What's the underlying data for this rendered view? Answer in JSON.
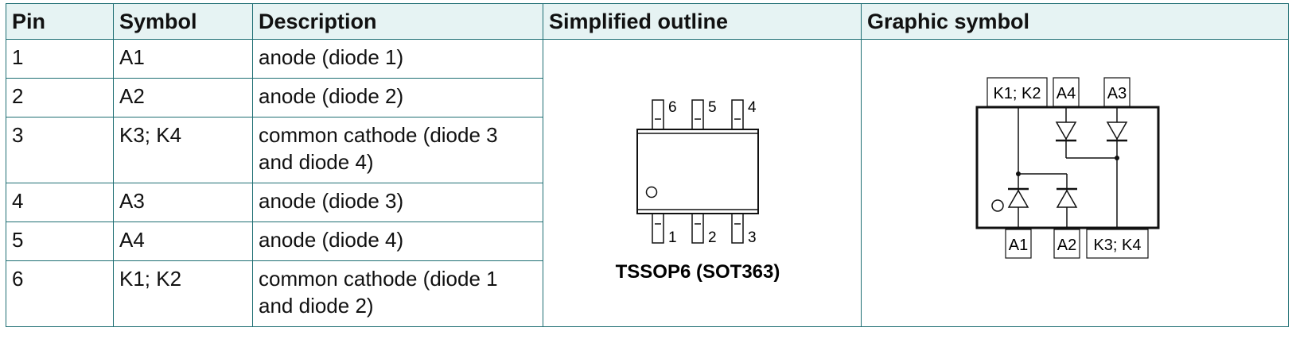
{
  "headers": {
    "pin": "Pin",
    "symbol": "Symbol",
    "description": "Description",
    "outline": "Simplified outline",
    "graphic": "Graphic symbol"
  },
  "rows": [
    {
      "pin": "1",
      "symbol": "A1",
      "description": "anode (diode 1)"
    },
    {
      "pin": "2",
      "symbol": "A2",
      "description": "anode (diode 2)"
    },
    {
      "pin": "3",
      "symbol": "K3; K4",
      "description": "common cathode (diode 3 and diode 4)"
    },
    {
      "pin": "4",
      "symbol": "A3",
      "description": "anode (diode 3)"
    },
    {
      "pin": "5",
      "symbol": "A4",
      "description": "anode (diode 4)"
    },
    {
      "pin": "6",
      "symbol": "K1; K2",
      "description": "common cathode (diode 1 and diode 2)"
    }
  ],
  "outline": {
    "package_name": "TSSOP6 (SOT363)",
    "top_pins": [
      "6",
      "5",
      "4"
    ],
    "bottom_pins": [
      "1",
      "2",
      "3"
    ]
  },
  "graphic": {
    "top_labels": [
      "K1; K2",
      "A4",
      "A3"
    ],
    "bottom_labels": [
      "A1",
      "A2",
      "K3; K4"
    ]
  },
  "colors": {
    "border": "#1e6e73",
    "header_bg": "#e6f3f3"
  }
}
